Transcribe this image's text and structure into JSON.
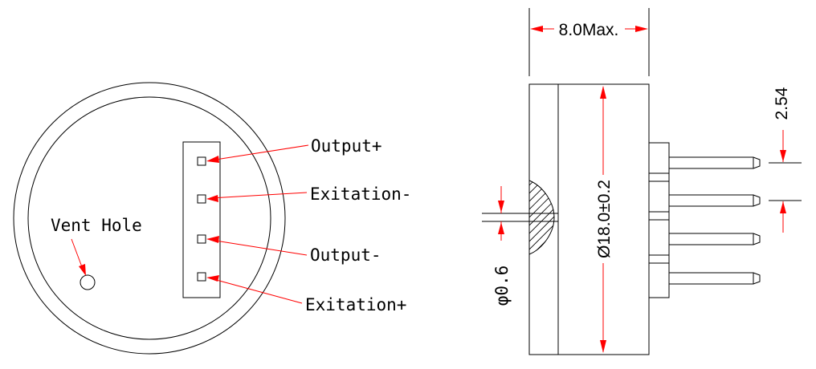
{
  "colors": {
    "line": "#000000",
    "leader": "#ff0000",
    "background": "#ffffff"
  },
  "front_view": {
    "vent_hole_label": "Vent Hole",
    "pins": [
      {
        "label": "Output+"
      },
      {
        "label": "Exitation-"
      },
      {
        "label": "Output-"
      },
      {
        "label": "Exitation+"
      }
    ]
  },
  "side_view": {
    "width_dim": "8.0Max.",
    "diameter_dim": "Ø18.0±0.2",
    "hole_dim": "φ0.6",
    "pitch_dim": "2.54"
  }
}
